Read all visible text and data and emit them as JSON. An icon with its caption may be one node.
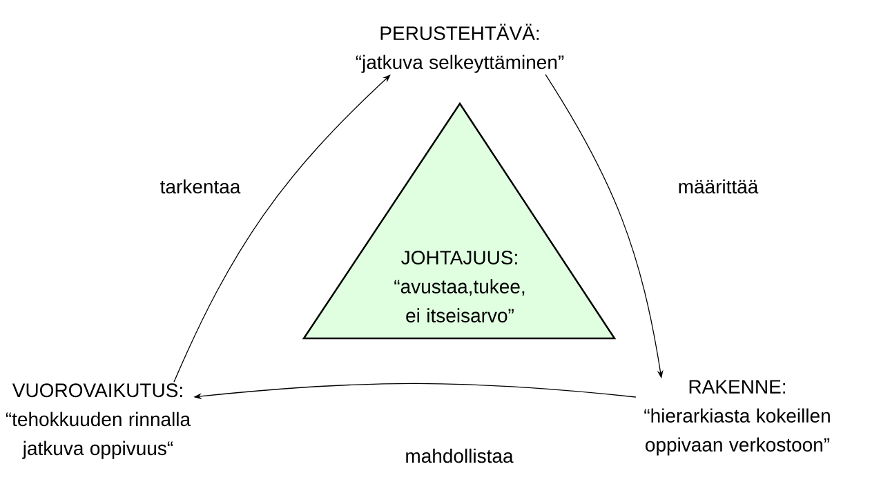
{
  "diagram": {
    "nodes": [
      {
        "text": [
          "PERUSTEHTÄVÄ:",
          "“jatkuva selkeyttäminen”"
        ]
      },
      {
        "text": [
          "JOHTAJUUS:",
          "“avustaa,tukee, ei itseisarvo”"
        ]
      },
      {
        "text": [
          "RAKENNE:",
          "“hierarkiasta kokeillen oppivaan verkostoon”"
        ]
      },
      {
        "text": [
          "VUOROVAIKUTUS:",
          "“tehokkuuden rinnalla jatkuva oppivuus“"
        ]
      }
    ],
    "edges": [
      {
        "from": 0,
        "to": 2,
        "arrow": "to",
        "label": "määrittää"
      },
      {
        "from": 2,
        "to": 3,
        "arrow": "to",
        "label": "mahdollistaa"
      },
      {
        "from": 3,
        "to": 0,
        "arrow": "to",
        "label": "tarkentaa"
      }
    ]
  }
}
